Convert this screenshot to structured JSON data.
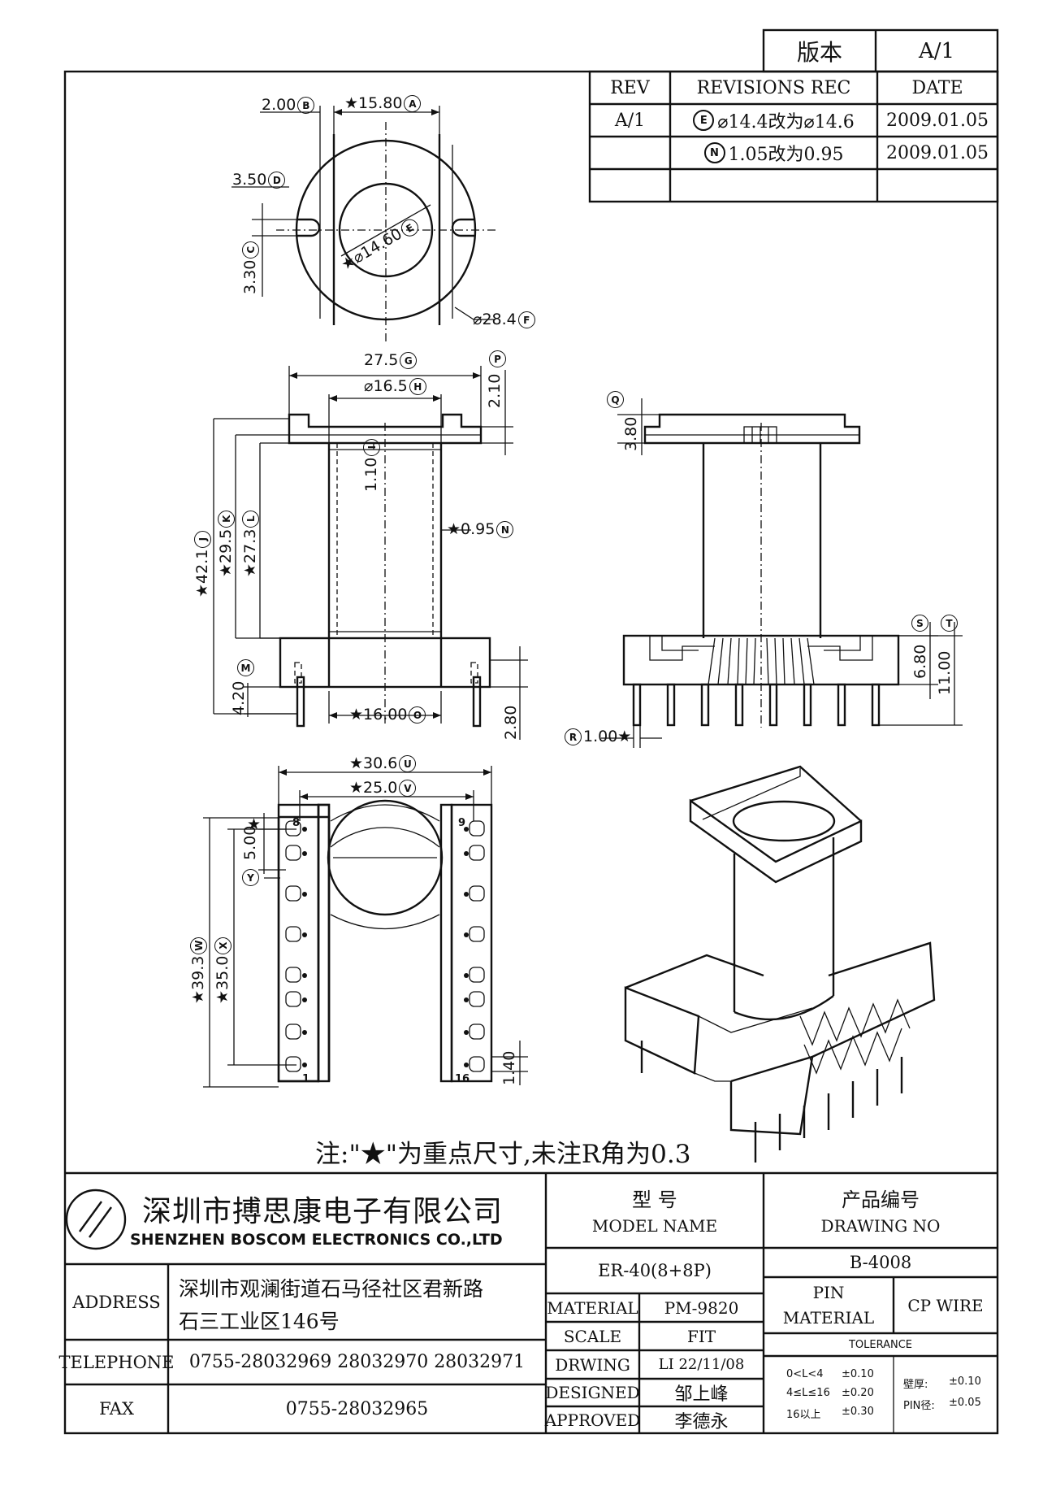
{
  "version_box": {
    "label": "版本",
    "value": "A/1"
  },
  "revisions": {
    "headers": [
      "REV",
      "REVISIONS REC",
      "DATE"
    ],
    "rows": [
      {
        "rev": "A/1",
        "mark": "E",
        "text": "⌀14.4改为⌀14.6",
        "date": "2009.01.05"
      },
      {
        "rev": "",
        "mark": "N",
        "text": "1.05改为0.95",
        "date": "2009.01.05"
      },
      {
        "rev": "",
        "mark": "",
        "text": "",
        "date": ""
      }
    ]
  },
  "dimensions": {
    "top_view": {
      "b": "2.00",
      "b_tag": "B",
      "a": "★15.80",
      "a_tag": "A",
      "d": "3.50",
      "d_tag": "D",
      "e": "★⌀14.60",
      "e_tag": "E",
      "c": "3.30",
      "c_tag": "C",
      "f": "⌀28.4",
      "f_tag": "F"
    },
    "front_view": {
      "g": "27.5",
      "g_tag": "G",
      "p": "2.10",
      "p_tag": "P",
      "h": "⌀16.5",
      "h_tag": "H",
      "i": "1.10",
      "i_tag": "I",
      "n": "★0.95",
      "n_tag": "N",
      "j": "★42.1",
      "j_tag": "J",
      "k": "★29.5",
      "k_tag": "K",
      "l": "★27.3",
      "l_tag": "L",
      "m": "4.20",
      "m_tag": "M",
      "o": "★16.00",
      "o_tag": "O",
      "base_h": "2.80"
    },
    "side_view": {
      "q": "3.80",
      "q_tag": "Q",
      "s": "6.80",
      "s_tag": "S",
      "t": "11.00",
      "t_tag": "T",
      "r": "1.00★",
      "r_tag": "R"
    },
    "bottom_view": {
      "u": "★30.6",
      "u_tag": "U",
      "v": "★25.0",
      "v_tag": "V",
      "w": "★39.3",
      "w_tag": "W",
      "x": "★35.0",
      "x_tag": "X",
      "y": "5.00",
      "y_tag": "Y",
      "star": "★",
      "slot": "1.40",
      "pin8": "8",
      "pin9": "9",
      "pin1": "1",
      "pin16": "16"
    }
  },
  "note": "注:\"★\"为重点尺寸,未注R角为0.3",
  "company": {
    "name_cn": "深圳市搏思康电子有限公司",
    "name_en": "SHENZHEN BOSCOM ELECTRONICS CO.,LTD"
  },
  "title_block": {
    "model_label_cn": "型      号",
    "model_label_en": "MODEL NAME",
    "drawing_label_cn": "产品编号",
    "drawing_label_en": "DRAWING NO",
    "model_value": "ER-40(8+8P)",
    "drawing_value": "B-4008",
    "address_label": "ADDRESS",
    "address_line1": "深圳市观澜街道石马径社区君新路",
    "address_line2": "石三工业区146号",
    "telephone_label": "TELEPHONE",
    "telephone_value": "0755-28032969 28032970 28032971",
    "fax_label": "FAX",
    "fax_value": "0755-28032965",
    "material_label": "MATERIAL",
    "material_value": "PM-9820",
    "scale_label": "SCALE",
    "scale_value": "FIT",
    "drawing_by_label": "DRWING",
    "drawing_by_value": "LI  22/11/08",
    "designed_label": "DESIGNED",
    "designed_value": "邹上峰",
    "approved_label": "APPROVED",
    "approved_value": "李德永",
    "pin_material_label_1": "PIN",
    "pin_material_label_2": "MATERIAL",
    "pin_material_value": "CP WIRE",
    "tolerance_label": "TOLERANCE",
    "tolerance_rows": [
      {
        "range": "0<L<4",
        "tol": "±0.10"
      },
      {
        "range": "4≤L≤16",
        "tol": "±0.20"
      },
      {
        "range": "16以上",
        "tol": "±0.30"
      }
    ],
    "wall_label": "壁厚:",
    "wall_value": "±0.10",
    "pin_dia_label": "PIN径:",
    "pin_dia_value": "±0.05"
  }
}
